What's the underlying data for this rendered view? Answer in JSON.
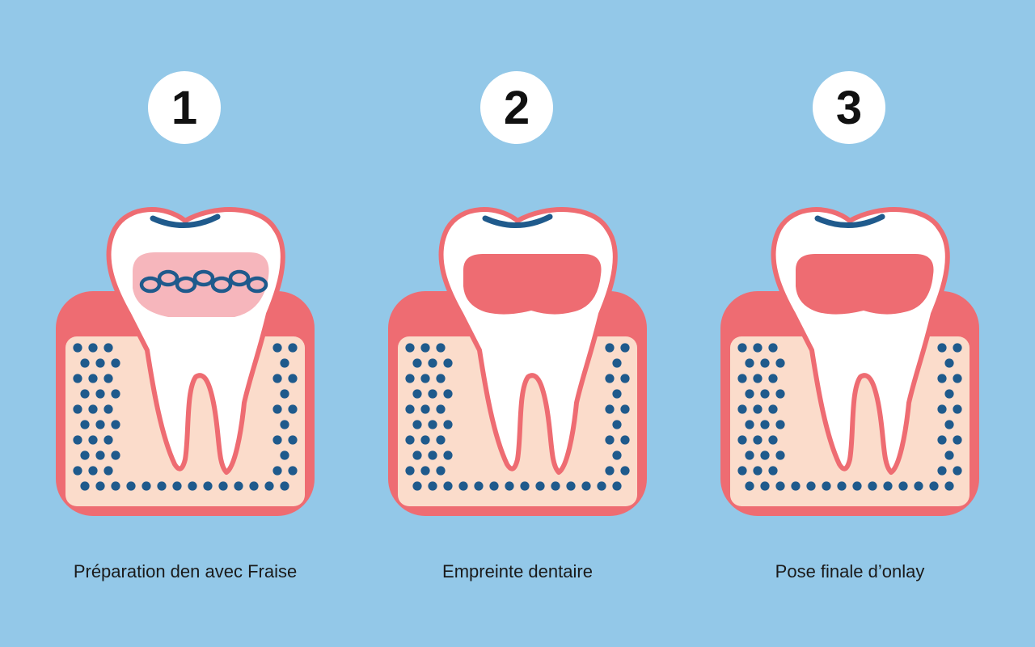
{
  "steps": [
    {
      "number": "1",
      "caption": "Préparation den avec Fraise",
      "variant": "drilling"
    },
    {
      "number": "2",
      "caption": "Empreinte dentaire",
      "variant": "impression"
    },
    {
      "number": "3",
      "caption": "Pose finale d’onlay",
      "variant": "onlay"
    }
  ],
  "colors": {
    "background": "#93c8e8",
    "gum": "#ee6c72",
    "bone": "#fbdccb",
    "dots": "#1f5a8c",
    "tooth": "#ffffff",
    "cavity_light": "#f6b6bc",
    "cavity_solid": "#ee6c72"
  }
}
